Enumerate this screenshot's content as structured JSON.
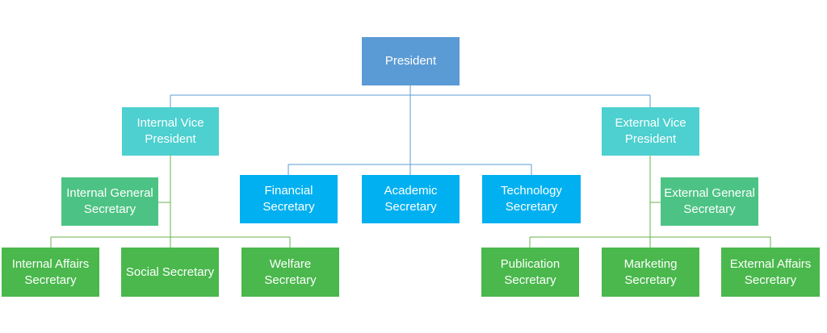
{
  "colors": {
    "president": "#5b9bd5",
    "vice_president": "#4dd0cf",
    "general_secretary": "#4cc384",
    "secretary": "#4ab84c",
    "center_secretary": "#00b0f0",
    "connector_blue": "#5b9bd5",
    "connector_green": "#6ab04c"
  },
  "nodes": {
    "president": "President",
    "internal_vp": "Internal Vice President",
    "external_vp": "External Vice President",
    "financial": "Financial Secretary",
    "academic": "Academic Secretary",
    "technology": "Technology Secretary",
    "internal_general": "Internal General Secretary",
    "external_general": "External General Secretary",
    "internal_affairs": "Internal Affairs Secretary",
    "social": "Social Secretary",
    "welfare": "Welfare Secretary",
    "publication": "Publication Secretary",
    "marketing": "Marketing Secretary",
    "external_affairs": "External Affairs Secretary"
  }
}
